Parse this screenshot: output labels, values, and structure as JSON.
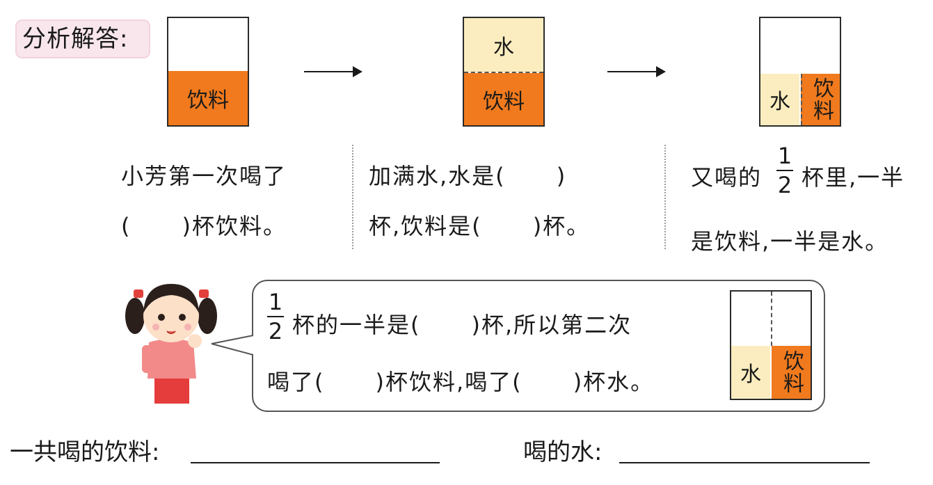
{
  "section_label": "分析解答:",
  "step1": {
    "cup_label": "饮料",
    "line1": "小芳第一次喝了",
    "line2": "(      )杯饮料。"
  },
  "step2": {
    "cup_top": "水",
    "cup_bottom": "饮料",
    "line1": "加满水,水是(      )",
    "line2": "杯,饮料是(      )杯。"
  },
  "step3": {
    "cup_water": "水",
    "cup_drink": "饮料",
    "line1_pre": "又喝的",
    "frac_num": "1",
    "frac_den": "2",
    "line1_post": "杯里,一半",
    "line2": "是饮料,一半是水。"
  },
  "speech": {
    "frac_num": "1",
    "frac_den": "2",
    "line1": "杯的一半是(      )杯,所以第二次",
    "line2": "喝了(      )杯饮料,喝了(      )杯水。",
    "cup_water": "水",
    "cup_drink": "饮料"
  },
  "bottom": {
    "total_drink_label": "一共喝的饮料:",
    "water_label": "喝的水:"
  },
  "colors": {
    "drink": "#f07a1d",
    "water": "#fbedbf",
    "tag_bg": "#f8e6ec"
  }
}
